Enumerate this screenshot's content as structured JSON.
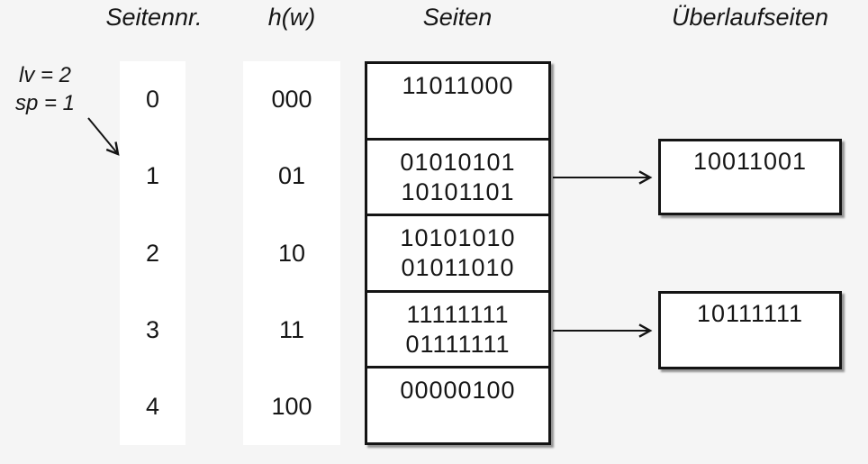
{
  "annotation": {
    "level": "lv = 2",
    "split_pointer": "sp = 1"
  },
  "columns": {
    "seitennr": {
      "header": "Seitennr.",
      "values": [
        "0",
        "1",
        "2",
        "3",
        "4"
      ]
    },
    "hw": {
      "header": "h(w)",
      "values": [
        "000",
        "01",
        "10",
        "11",
        "100"
      ]
    },
    "seiten": {
      "header": "Seiten",
      "cells": [
        [
          "11011000",
          ""
        ],
        [
          "01010101",
          "10101101"
        ],
        [
          "10101010",
          "01011010"
        ],
        [
          "11111111",
          "01111111"
        ],
        [
          "00000100",
          ""
        ]
      ]
    },
    "ueberlauf": {
      "header": "Überlaufseiten",
      "boxes": [
        {
          "value": "10011001",
          "linked_row": "1"
        },
        {
          "value": "10111111",
          "linked_row": "3"
        }
      ]
    }
  },
  "colors": {
    "background": "#f5f5f5",
    "box_fill": "#ffffff",
    "line": "#141414",
    "text": "#161616"
  }
}
